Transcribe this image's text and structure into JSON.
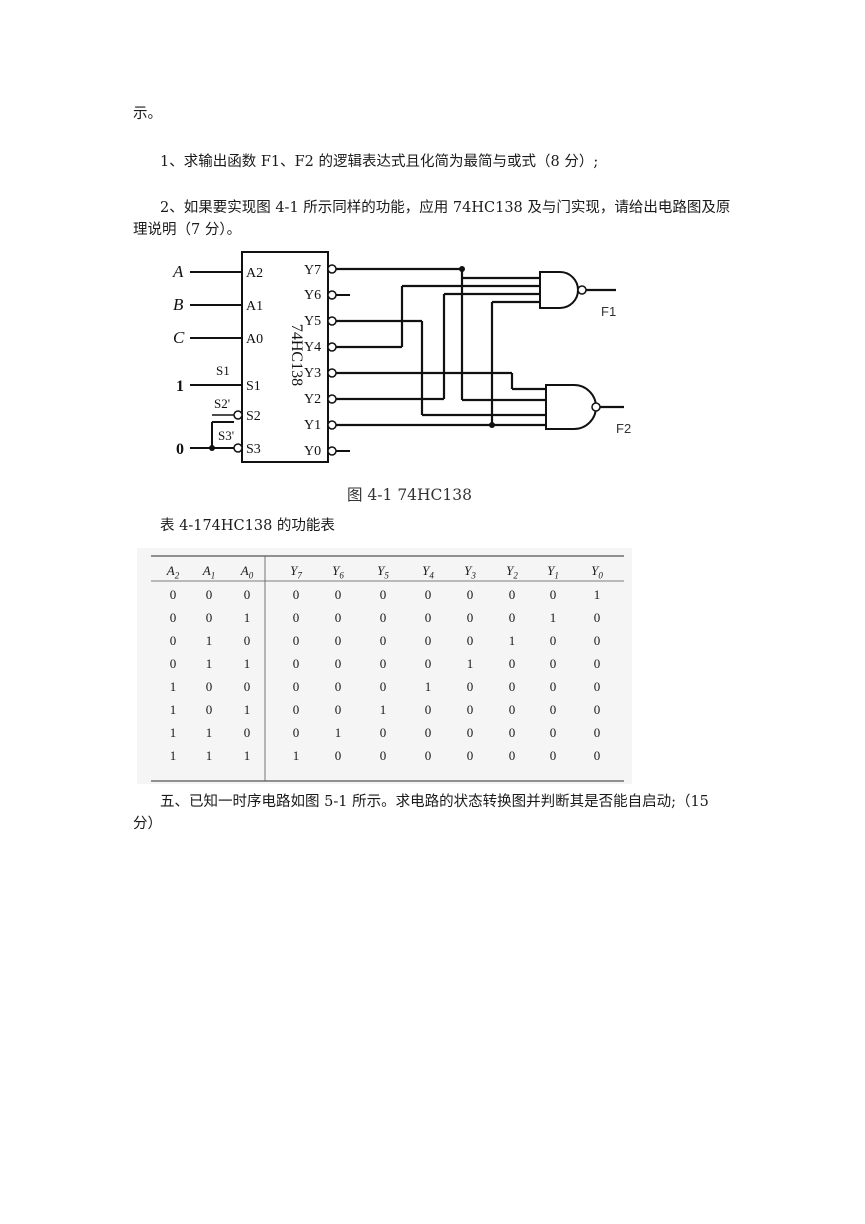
{
  "doc": {
    "line1": "示。",
    "q1": "1、求输出函数 F1、F2 的逻辑表达式且化简为最简与或式（8 分）;",
    "q2_a": "2、如果要实现图 4-1 所示同样的功能，应用 74HC138 及与门实现，请给出电路图及原",
    "q2_b": "理说明（7 分）。",
    "figure_caption": "图 4-1  74HC138",
    "table_caption": "表 4-174HC138 的功能表",
    "q5_a": "五、已知一时序电路如图 5-1 所示。求电路的状态转换图并判断其是否能自启动;（15",
    "q5_b": "分）"
  },
  "diagram": {
    "chip_label": "74HC138",
    "input_names": [
      "A",
      "B",
      "C",
      "1",
      "0"
    ],
    "pin_labels": [
      "A2",
      "A1",
      "A0",
      "S1",
      "S2",
      "S3"
    ],
    "enable_labels": [
      "S1",
      "S2'",
      "S3'"
    ],
    "output_labels": [
      "Y7",
      "Y6",
      "Y5",
      "Y4",
      "Y3",
      "Y2",
      "Y1",
      "Y0"
    ],
    "gate_outputs": [
      "F1",
      "F2"
    ]
  },
  "table": {
    "headers": [
      "A2",
      "A1",
      "A0",
      "Y7",
      "Y6",
      "Y5",
      "Y4",
      "Y3",
      "Y2",
      "Y1",
      "Y0"
    ],
    "rows": [
      [
        "0",
        "0",
        "0",
        "0",
        "0",
        "0",
        "0",
        "0",
        "0",
        "0",
        "1"
      ],
      [
        "0",
        "0",
        "1",
        "0",
        "0",
        "0",
        "0",
        "0",
        "0",
        "1",
        "0"
      ],
      [
        "0",
        "1",
        "0",
        "0",
        "0",
        "0",
        "0",
        "0",
        "1",
        "0",
        "0"
      ],
      [
        "0",
        "1",
        "1",
        "0",
        "0",
        "0",
        "0",
        "1",
        "0",
        "0",
        "0"
      ],
      [
        "1",
        "0",
        "0",
        "0",
        "0",
        "0",
        "1",
        "0",
        "0",
        "0",
        "0"
      ],
      [
        "1",
        "0",
        "1",
        "0",
        "0",
        "1",
        "0",
        "0",
        "0",
        "0",
        "0"
      ],
      [
        "1",
        "1",
        "0",
        "0",
        "1",
        "0",
        "0",
        "0",
        "0",
        "0",
        "0"
      ],
      [
        "1",
        "1",
        "1",
        "1",
        "0",
        "0",
        "0",
        "0",
        "0",
        "0",
        "0"
      ]
    ]
  }
}
